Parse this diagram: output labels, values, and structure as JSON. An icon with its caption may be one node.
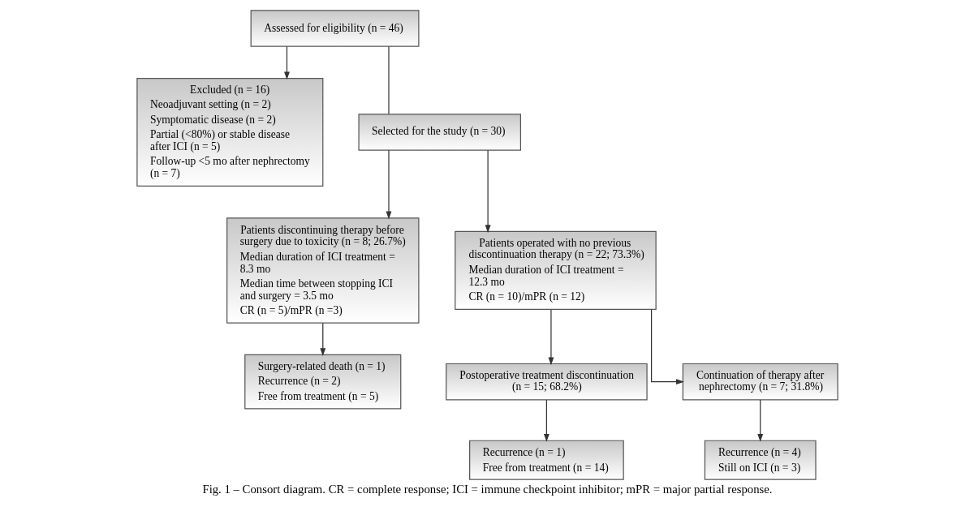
{
  "diagram": {
    "caption": "Fig. 1 – Consort diagram. CR = complete response; ICI = immune checkpoint inhibitor; mPR = major partial response.",
    "nodes": [
      {
        "text": [
          "Assessed for eligibility (n = 46)"
        ]
      },
      {
        "text": [
          "Excluded (n = 16)",
          "Neoadjuvant setting (n = 2)",
          "Symptomatic disease (n = 2)",
          "Partial (<80%) or stable disease after ICI (n = 5)",
          "Follow-up <5 mo after nephrectomy (n = 7)"
        ]
      },
      {
        "text": [
          "Selected for the study (n = 30)"
        ]
      },
      {
        "text": [
          "Patients discontinuing therapy before surgery due to toxicity (n = 8; 26.7%)",
          "Median duration of ICI treatment = 8.3 mo",
          "Median time between stopping ICI and surgery = 3.5 mo",
          "CR (n = 5)/mPR (n =3)"
        ]
      },
      {
        "text": [
          "Patients operated with no previous discontinuation therapy (n = 22; 73.3%)",
          "Median duration of ICI treatment = 12.3 mo",
          "CR (n = 10)/mPR (n = 12)"
        ]
      },
      {
        "text": [
          "Postoperative treatment discontinuation (n = 15; 68.2%)"
        ]
      },
      {
        "text": [
          "Continuation of therapy after nephrectomy (n = 7; 31.8%)"
        ]
      },
      {
        "text": [
          "Surgery-related death (n = 1)",
          "Recurrence (n = 2)",
          "Free from treatment (n = 5)"
        ]
      },
      {
        "text": [
          "Recurrence (n = 1)",
          "Free from treatment (n = 14)"
        ]
      },
      {
        "text": [
          "Recurrence (n = 4)",
          "Still on ICI (n = 3)"
        ]
      }
    ],
    "edges": [
      {
        "from": 0,
        "to": 1,
        "arrow": "to"
      },
      {
        "from": 0,
        "to": 2,
        "arrow": "none"
      },
      {
        "from": 2,
        "to": 3,
        "arrow": "to"
      },
      {
        "from": 2,
        "to": 4,
        "arrow": "to"
      },
      {
        "from": 3,
        "to": 7,
        "arrow": "to"
      },
      {
        "from": 4,
        "to": 5,
        "arrow": "to"
      },
      {
        "from": 4,
        "to": 6,
        "arrow": "to"
      },
      {
        "from": 5,
        "to": 8,
        "arrow": "to"
      },
      {
        "from": 6,
        "to": 9,
        "arrow": "to"
      }
    ]
  }
}
